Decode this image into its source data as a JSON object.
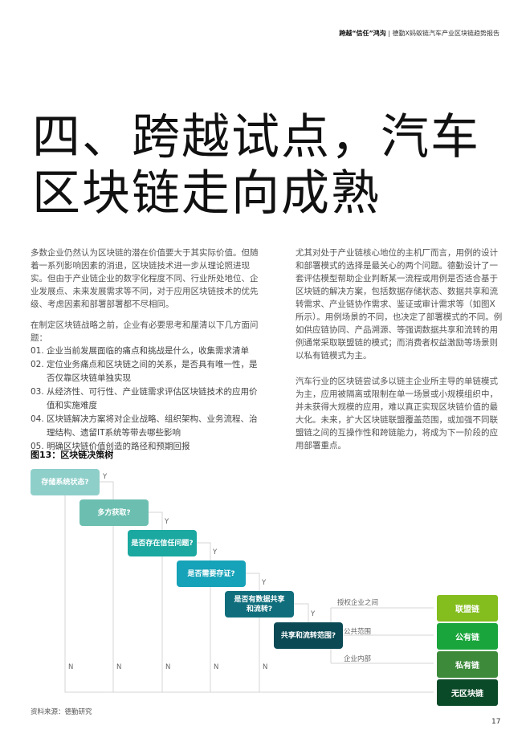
{
  "header": {
    "report_short": "跨越“信任”鸿沟",
    "separator": "|",
    "report_full": "德勤X蚂蚁链汽车产业区块链趋势报告"
  },
  "title": {
    "line1": "四、跨越试点，汽车",
    "line2": "区块链走向成熟"
  },
  "left": {
    "para1": "多数企业仍然认为区块链的潜在价值要大于其实际价值。但随着一系列影响因素的消退，区块链技术进一步从理论照进现实。但由于产业链企业的数字化程度不同、行业所处地位、企业发展点、未来发展需求等不同，对于应用区块链技术的优先级、考虑因素和部署部署都不尽相同。",
    "para2": "在制定区块链战略之前，企业有必要思考和厘清以下几方面问题：",
    "items": [
      "01. 企业当前发展面临的痛点和挑战是什么，收集需求清单",
      "02. 定位业务痛点和区块链之间的关系，是否具有唯一性，是否仅靠区块链单独实现",
      "03. 从经济性、可行性、产业链需求评估区块链技术的应用价值和实施难度",
      "04. 区块链解决方案将对企业战略、组织架构、业务流程、治理结构、遗留IT系统等带去哪些影响",
      "05. 明确区块链价值创造的路径和预期回报"
    ]
  },
  "right": {
    "para1": "尤其对处于产业链核心地位的主机厂而言，用例的设计和部署模式的选择是最关心的两个问题。德勤设计了一套评估模型帮助企业判断某一流程或用例是否适合基于区块链的解决方案，包括数据存储状态、数据共享和流转需求、产业链协作需求、鉴证或审计需求等（如图X所示）。用例场景的不同，也决定了部署模式的不同。例如供应链协同、产品溯源、等强调数据共享和流转的用例通常采取联盟链的模式；而消费者权益激励等场景则以私有链模式为主。",
    "para2": "汽车行业的区块链尝试多以链主企业所主导的单链模式为主，应用被隔离或限制在单一场景或小规模组织中，并未获得大规模的应用，难以真正实现区块链价值的最大化。未来，扩大区块链联盟覆盖范围，或加强不同联盟链之间的互操作性和跨链能力，将成为下一阶段的应用部署重点。"
  },
  "figure": {
    "title": "图13：区块链决策树",
    "questions": [
      {
        "text": "存储系统状态?",
        "color": "#8fcfca"
      },
      {
        "text": "多方获取?",
        "color": "#6cbfb0"
      },
      {
        "text": "是否存在信任问题?",
        "color": "#1aa8a0"
      },
      {
        "text": "是否需要存证?",
        "color": "#16a2b8"
      },
      {
        "text": "是否有数据共享和流转?",
        "color": "#106e7c"
      },
      {
        "text": "共享和流转范围?",
        "color": "#0b4a55"
      }
    ],
    "yes": "Y",
    "no": "N",
    "branches": [
      "授权企业之间",
      "公共范围",
      "企业内部"
    ],
    "results": [
      {
        "text": "联盟链",
        "color": "#84bd1e"
      },
      {
        "text": "公有链",
        "color": "#19a53b"
      },
      {
        "text": "私有链",
        "color": "#3d8a3a"
      },
      {
        "text": "无区块链",
        "color": "#0b4a28"
      }
    ],
    "source": "资料来源：德勤研究"
  },
  "page_number": "17"
}
